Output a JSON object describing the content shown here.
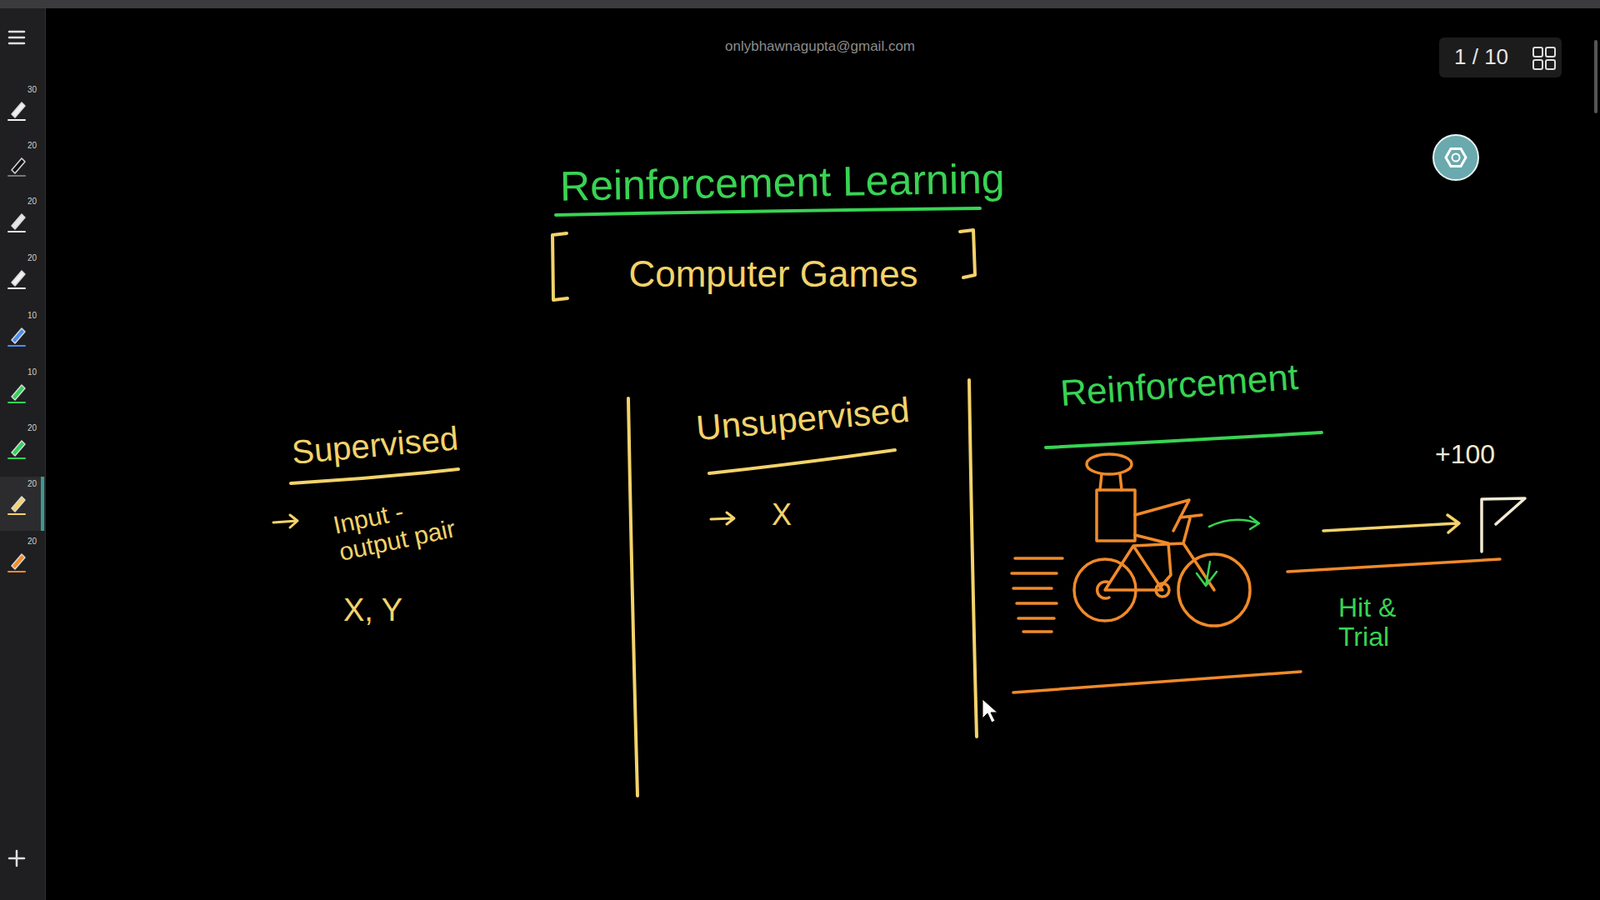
{
  "diagram": {
    "title": "Reinforcement Learning",
    "labels": [
      "onlybhawnagupta@gmail.com",
      "1 / 10",
      "30",
      "20",
      "20",
      "20",
      "10",
      "10",
      "20",
      "20",
      "20",
      "Computer Games",
      "Supervised",
      "Input - output pair",
      "X, Y",
      "Unsupervised",
      "X",
      "Reinforcement",
      "+100",
      "Hit & Trial"
    ]
  }
}
